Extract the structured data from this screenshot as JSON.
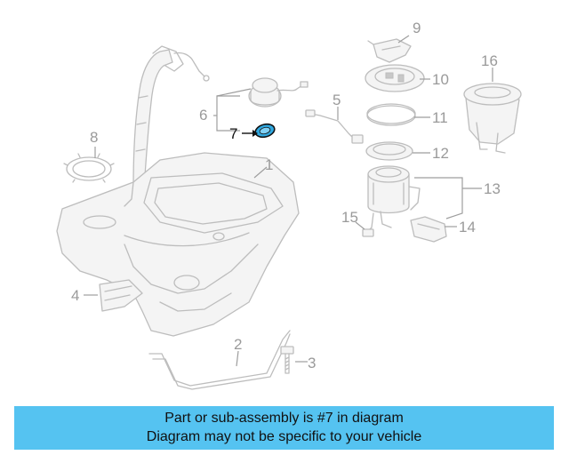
{
  "diagram": {
    "callouts": [
      "1",
      "2",
      "3",
      "4",
      "5",
      "6",
      "7",
      "8",
      "9",
      "10",
      "11",
      "12",
      "13",
      "14",
      "15",
      "16"
    ],
    "highlight_color": "#111111",
    "part_color": "#bdbdbd"
  },
  "banner": {
    "line1": "Part or sub-assembly is #7 in diagram",
    "line2": "Diagram may not be specific to your vehicle",
    "background": "#55c3f1"
  }
}
